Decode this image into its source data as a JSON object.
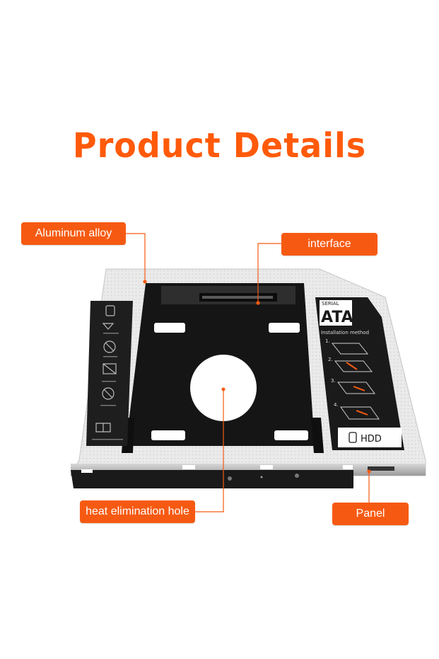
{
  "title": "Product Details",
  "labels": {
    "aluminum_alloy": "Aluminum alloy",
    "interface": "interface",
    "heat_hole": "heat elimination hole",
    "panel": "Panel"
  },
  "sticker": {
    "serial": "SERIAL",
    "ata": "ATA",
    "method": "Installation method",
    "steps": [
      "1.",
      "2.",
      "3.",
      "4."
    ],
    "hdd": "HDD"
  },
  "colors": {
    "accent": "#f65a12",
    "title": "#ff5a0a",
    "frame": "#e6e6e6",
    "tray": "#151515"
  }
}
